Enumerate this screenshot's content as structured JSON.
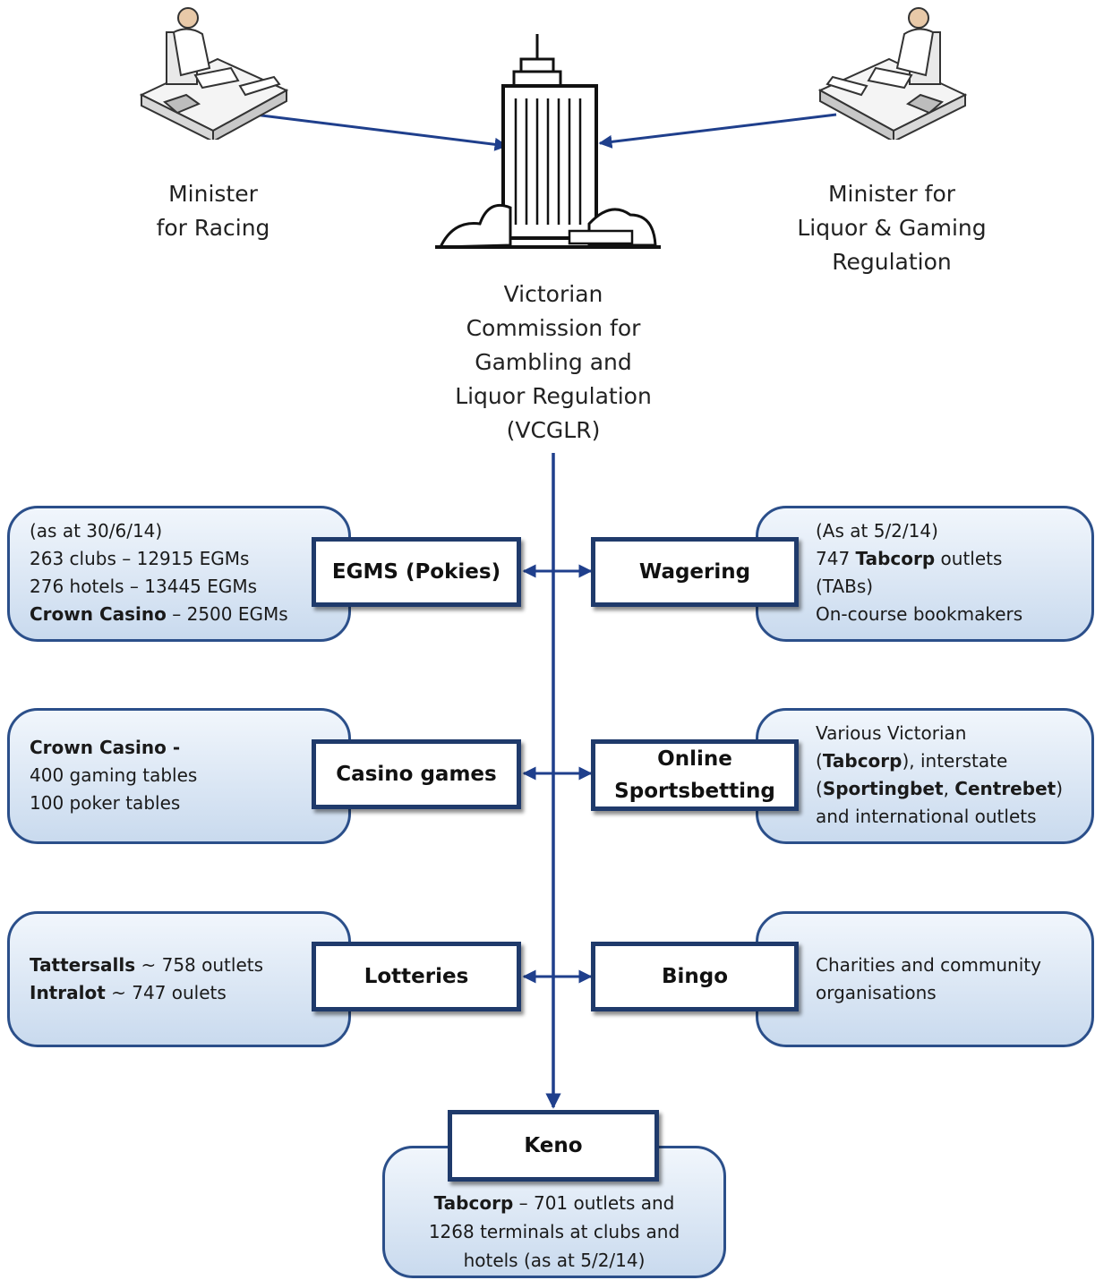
{
  "nodes": {
    "minister_racing": "Minister\nfor Racing",
    "minister_liquor": "Minister for\nLiquor & Gaming\nRegulation",
    "vcglr": "Victorian\nCommission for\nGambling and\nLiquor Regulation\n(VCGLR)"
  },
  "categories": {
    "egms": "EGMS (Pokies)",
    "wagering": "Wagering",
    "casino": "Casino games",
    "online": "Online\nSportsbetting",
    "lotteries": "Lotteries",
    "bingo": "Bingo",
    "keno": "Keno"
  },
  "details": {
    "egms": {
      "l1": "(as at 30/6/14)",
      "l2": "263 clubs – 12915 EGMs",
      "l3": "276 hotels – 13445 EGMs",
      "l4_bold": "Crown Casino",
      "l4_rest": " – 2500 EGMs"
    },
    "wagering": {
      "l1": "(As at 5/2/14)",
      "l2_pre": "747 ",
      "l2_bold": "Tabcorp",
      "l2_post": " outlets",
      "l3": "(TABs)",
      "l4": "On-course bookmakers"
    },
    "casino": {
      "l1_bold": "Crown Casino -",
      "l2": "400 gaming tables",
      "l3": "100 poker tables"
    },
    "online": {
      "l1": "Various Victorian",
      "l2_pre": "(",
      "l2_bold": "Tabcorp",
      "l2_post": "), interstate",
      "l3_pre": "(",
      "l3_bold1": "Sportingbet",
      "l3_mid": ", ",
      "l3_bold2": "Centrebet",
      "l3_post": ")",
      "l4": "and international outlets"
    },
    "lotteries": {
      "l1_bold": "Tattersalls",
      "l1_rest": " ~ 758 outlets",
      "l2_bold": "Intralot",
      "l2_rest": " ~ 747 oulets"
    },
    "bingo": {
      "l1": "Charities and community",
      "l2": "organisations"
    },
    "keno": {
      "l1_bold": "Tabcorp",
      "l1_rest": " – 701 outlets and",
      "l2": "1268 terminals at clubs and",
      "l3": "hotels (as at 5/2/14)"
    }
  },
  "colors": {
    "line": "#1f3f8c",
    "box_border": "#2b4f8a",
    "box_fill_top": "#f1f6fc",
    "box_fill_bottom": "#c9daee"
  },
  "icons": [
    "minister-desk-icon",
    "government-building-icon"
  ]
}
